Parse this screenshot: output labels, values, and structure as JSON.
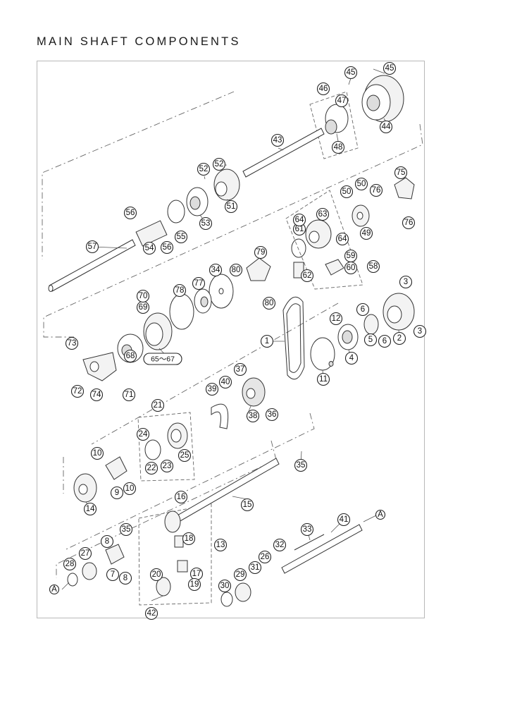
{
  "title": "MAIN SHAFT COMPONENTS",
  "callouts": [
    "1",
    "2",
    "3",
    "3",
    "5",
    "6",
    "6",
    "4",
    "12",
    "11",
    "7",
    "8",
    "8",
    "9",
    "10",
    "10",
    "13",
    "14",
    "15",
    "16",
    "17",
    "18",
    "19",
    "20",
    "21",
    "22",
    "23",
    "24",
    "25",
    "26",
    "27",
    "28",
    "29",
    "30",
    "31",
    "32",
    "33",
    "34",
    "35",
    "35",
    "36",
    "37",
    "38",
    "39",
    "40",
    "41",
    "42",
    "43",
    "44",
    "45",
    "45",
    "46",
    "47",
    "48",
    "49",
    "50",
    "50",
    "51",
    "52",
    "52",
    "53",
    "54",
    "55",
    "56",
    "56",
    "57",
    "58",
    "59",
    "60",
    "61",
    "62",
    "63",
    "64",
    "64",
    "65～67",
    "68",
    "69",
    "70",
    "71",
    "72",
    "73",
    "74",
    "75",
    "76",
    "76",
    "77",
    "78",
    "79",
    "80",
    "80"
  ],
  "ref_marks": [
    "A",
    "A"
  ]
}
